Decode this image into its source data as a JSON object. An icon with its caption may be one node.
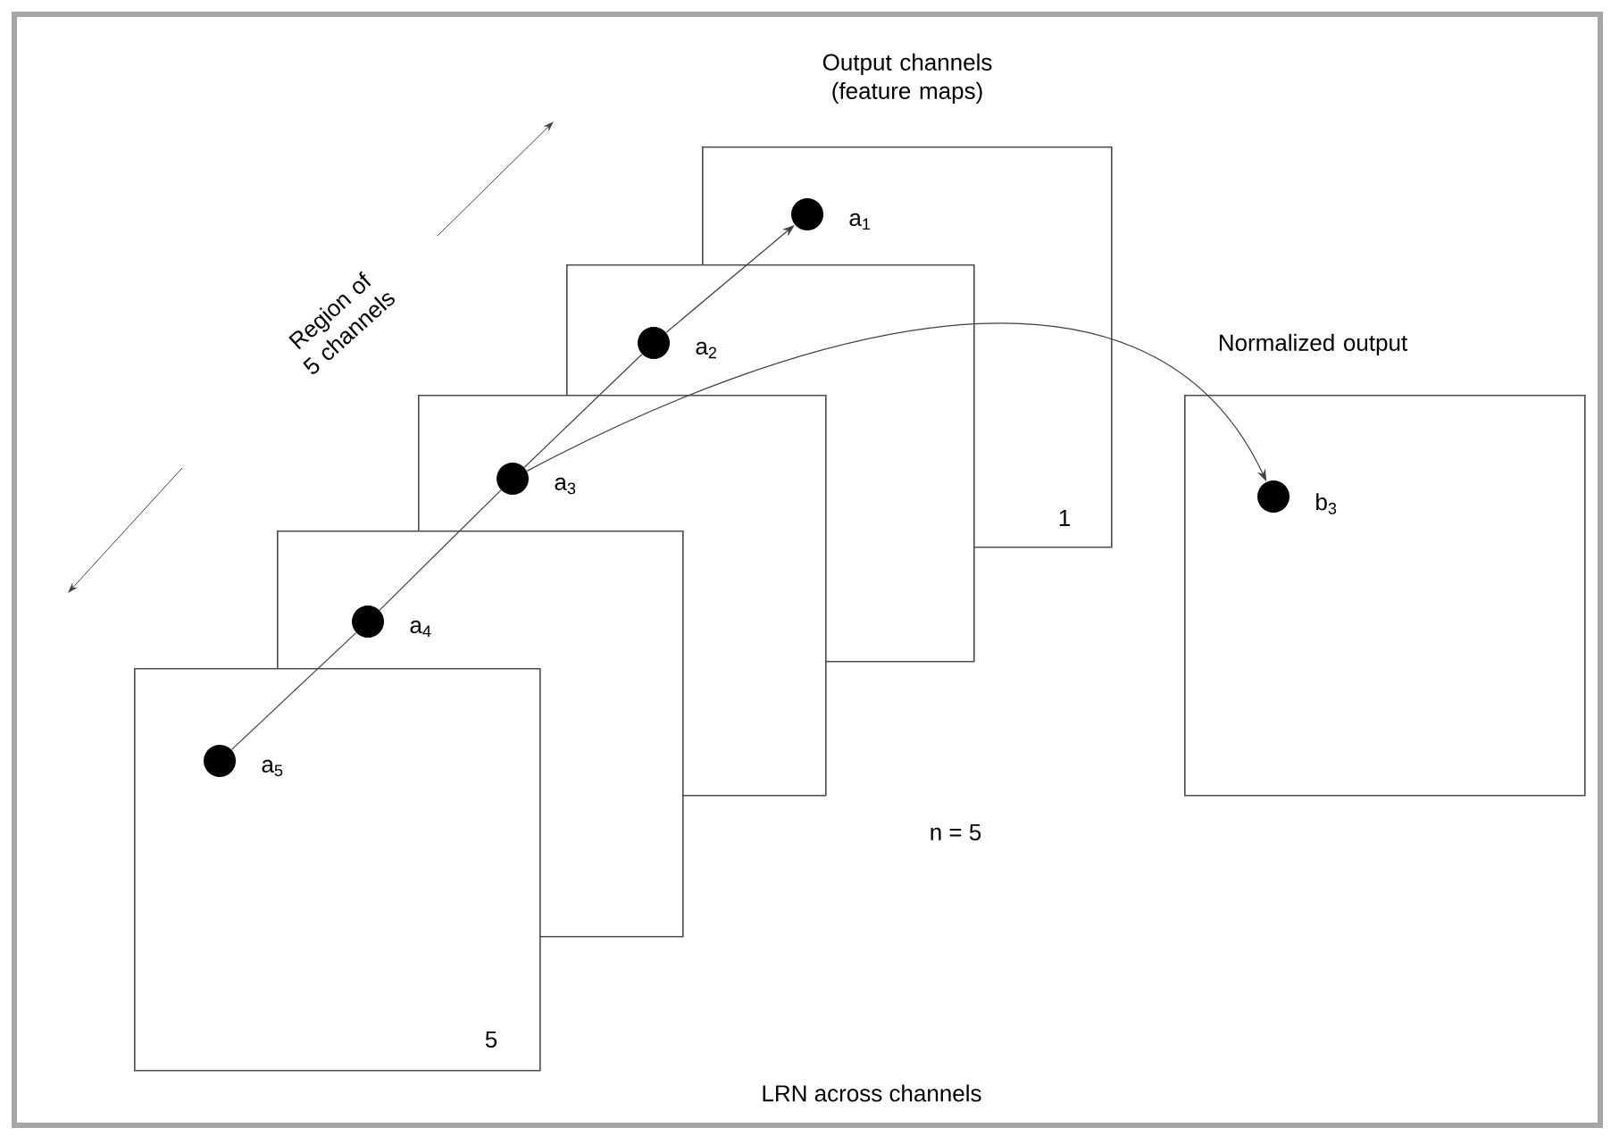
{
  "diagram": {
    "nodes": [
      {
        "text": [
          "Output channels (feature maps)",
          "1"
        ]
      },
      {
        "text": [],
        "shape": "box"
      },
      {
        "text": [],
        "shape": "box"
      },
      {
        "text": [],
        "shape": "box"
      },
      {
        "text": [
          "5"
        ]
      },
      {
        "text": [
          "Normalized output"
        ]
      },
      {
        "text": [],
        "shape": "circle",
        "in": 0,
        "beside": [
          "a$_{1}$"
        ]
      },
      {
        "text": [],
        "shape": "circle",
        "in": 1,
        "beside": [
          "a$_{2}$"
        ]
      },
      {
        "text": [],
        "shape": "circle",
        "in": 2,
        "beside": [
          "a$_{3}$"
        ]
      },
      {
        "text": [],
        "shape": "circle",
        "in": 3,
        "beside": [
          "a$_{4}$"
        ]
      },
      {
        "text": [],
        "shape": "circle",
        "in": 4,
        "beside": [
          "a$_{5}$"
        ]
      },
      {
        "text": [],
        "shape": "circle",
        "in": 5,
        "beside": [
          "b$_{3}$"
        ]
      }
    ],
    "edges": [
      {
        "from": 10,
        "to": 9,
        "arrow": "none"
      },
      {
        "from": 9,
        "to": 8,
        "arrow": "none"
      },
      {
        "from": 8,
        "to": 7,
        "arrow": "none"
      },
      {
        "from": 7,
        "to": 6,
        "arrow": "to"
      },
      {
        "from": 8,
        "to": 11,
        "arrow": "to"
      }
    ],
    "labels": [
      "Region of 5 channels",
      "n = 5",
      "LRN across channels"
    ]
  }
}
